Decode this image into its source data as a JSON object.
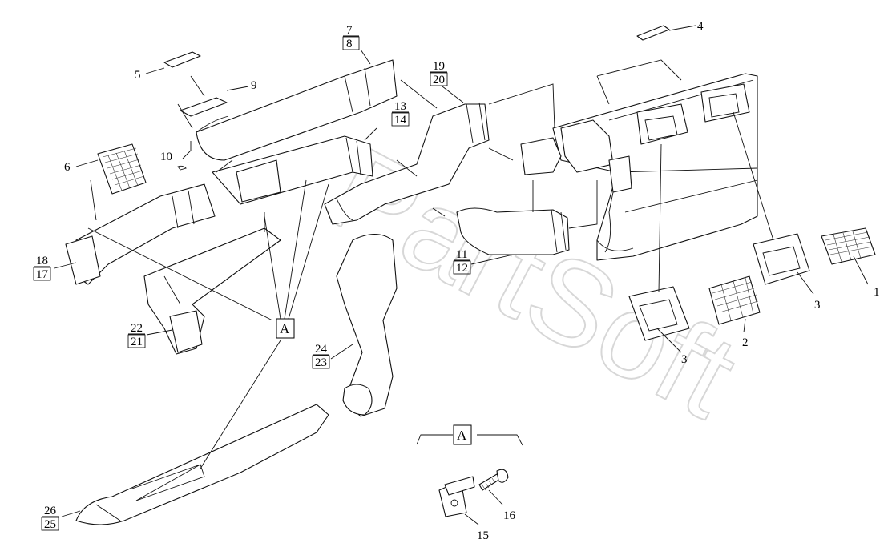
{
  "diagram": {
    "part_numbers": {
      "n1": "1",
      "n2": "2",
      "n3a": "3",
      "n3b": "3",
      "n4": "4",
      "n5": "5",
      "n6": "6",
      "n7": "7",
      "n8": "8",
      "n9": "9",
      "n10": "10",
      "n11": "11",
      "n12": "12",
      "n13": "13",
      "n14": "14",
      "n15": "15",
      "n16": "16",
      "n17": "17",
      "n18": "18",
      "n19": "19",
      "n20": "20",
      "n21": "21",
      "n22": "22",
      "n23": "23",
      "n24": "24",
      "n25": "25",
      "n26": "26"
    },
    "callout_main": "A",
    "callout_detail": "A",
    "watermark_logo": "PartSoft"
  }
}
